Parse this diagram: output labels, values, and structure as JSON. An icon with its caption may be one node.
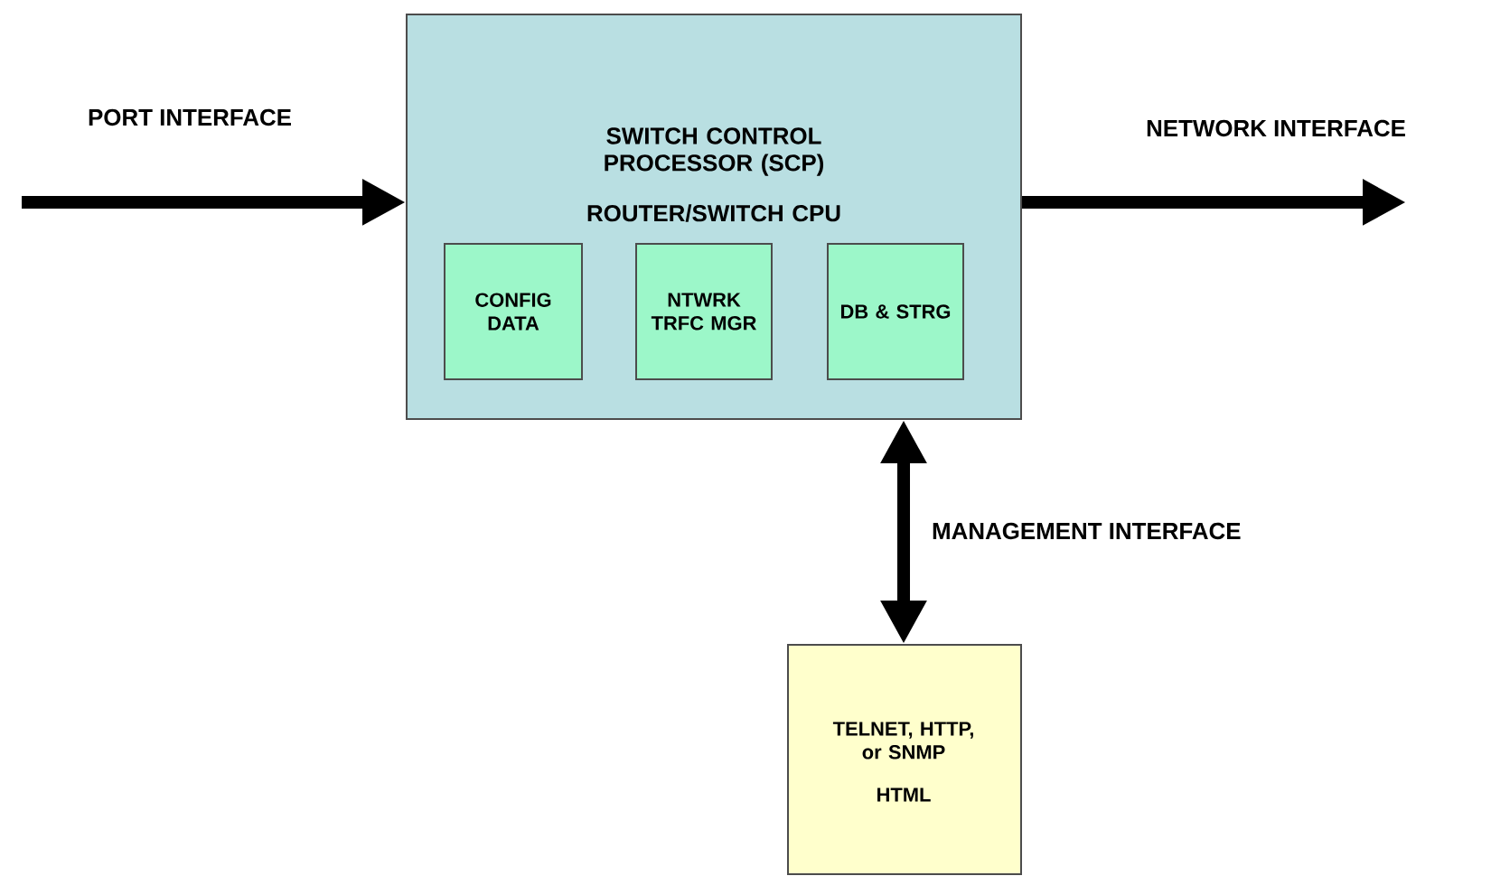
{
  "diagram": {
    "nodes": [
      {
        "text": [
          "SWITCH CONTROL PROCESSOR (SCP)",
          "ROUTER/SWITCH CPU"
        ]
      },
      {
        "text": [
          "CONFIG DATA"
        ],
        "in": 0
      },
      {
        "text": [
          "NTWRK TRFC MGR"
        ],
        "in": 0
      },
      {
        "text": [
          "DB & STRG"
        ],
        "in": 0
      },
      {
        "text": [
          "TELNET, HTTP, or SNMP",
          "HTML"
        ]
      }
    ],
    "edges": [
      {
        "from": null,
        "to": 0,
        "arrow": "to",
        "label": "PORT INTERFACE"
      },
      {
        "from": 0,
        "to": null,
        "arrow": "to",
        "label": "NETWORK INTERFACE"
      },
      {
        "from": 0,
        "to": 4,
        "arrow": "both",
        "label": "MANAGEMENT INTERFACE"
      }
    ]
  }
}
